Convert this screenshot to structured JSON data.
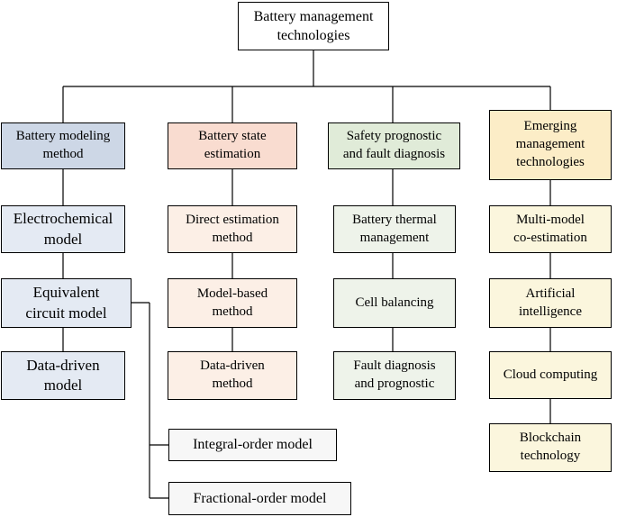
{
  "colors": {
    "root": "#ffffff",
    "col1_head": "#cdd7e6",
    "col1_item": "#e4eaf3",
    "col2_head": "#f9dcd0",
    "col2_item": "#fcefe6",
    "col3_head": "#e0ebd8",
    "col3_item": "#eef3ea",
    "col4_head": "#fcedc7",
    "col4_item": "#fbf6dd",
    "sub_item": "#f7f7f7",
    "line": "#000000"
  },
  "root": {
    "label": "Battery management\ntechnologies"
  },
  "columns": [
    {
      "header": "Battery modeling\nmethod",
      "items": [
        "Electrochemical\nmodel",
        "Equivalent\ncircuit model",
        "Data-driven\nmodel"
      ]
    },
    {
      "header": "Battery state\nestimation",
      "items": [
        "Direct estimation\nmethod",
        "Model-based\nmethod",
        "Data-driven\nmethod"
      ]
    },
    {
      "header": "Safety prognostic\nand fault diagnosis",
      "items": [
        "Battery thermal\nmanagement",
        "Cell balancing",
        "Fault diagnosis\nand prognostic"
      ]
    },
    {
      "header": "Emerging\nmanagement\ntechnologies",
      "items": [
        "Multi-model\nco-estimation",
        "Artificial\nintelligence",
        "Cloud computing",
        "Blockchain\ntechnology"
      ]
    }
  ],
  "subitems": [
    "Integral-order model",
    "Fractional-order model"
  ]
}
